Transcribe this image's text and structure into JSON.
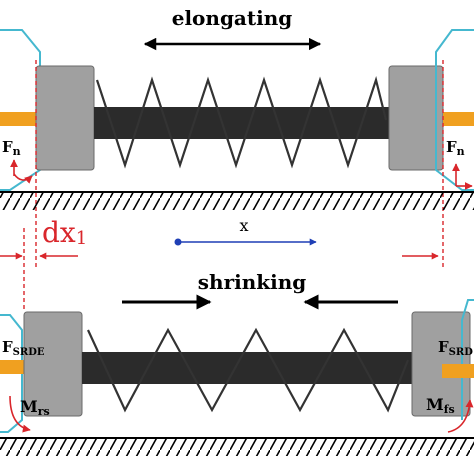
{
  "top": {
    "label": "elongating",
    "left_force": "F",
    "left_force_sub": "n",
    "right_force": "F",
    "right_force_sub": "n"
  },
  "middle": {
    "displacement_label": "dx",
    "displacement_sub": "1",
    "axis_label": "x"
  },
  "bottom": {
    "label": "shrinking",
    "left_force": "F",
    "left_force_sub": "SRDE",
    "right_force": "F",
    "right_force_sub": "SRD",
    "left_moment": "M",
    "left_moment_sub": "rs",
    "right_moment": "M",
    "right_moment_sub": "fs"
  },
  "colors": {
    "damper_block": "#a0a0a0",
    "rod": "#2b2b2b",
    "spring": "#333333",
    "dimension_red": "#d9262b",
    "axis_blue": "#1f3fb5",
    "sleeve_cyan": "#45b8cf",
    "plunger_orange": "#f0a020",
    "ground": "#000000"
  }
}
